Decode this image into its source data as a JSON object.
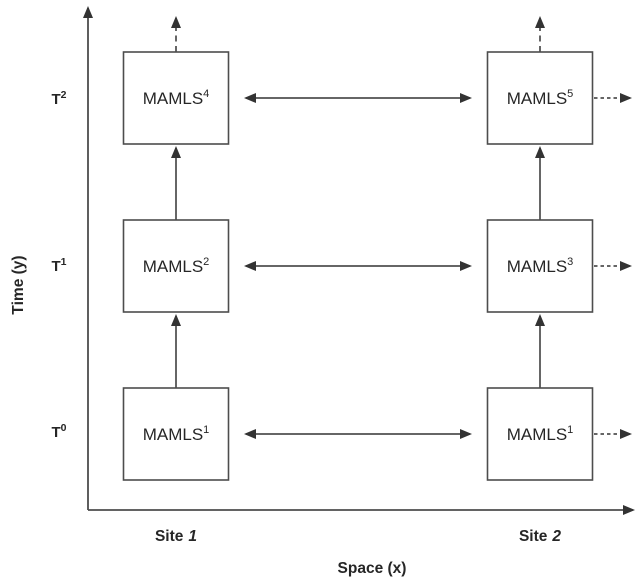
{
  "theme": {
    "background": "#ffffff",
    "line_color": "#4d4d4d",
    "arrow_color": "#333333",
    "text_color": "#262626"
  },
  "axes": {
    "y_axis_label": "Time (y)",
    "x_axis_label": "Space (x)",
    "y_ticks": [
      {
        "base": "T",
        "sup": "2"
      },
      {
        "base": "T",
        "sup": "1"
      },
      {
        "base": "T",
        "sup": "0"
      }
    ],
    "x_ticks": [
      {
        "base": "Site",
        "num": "1"
      },
      {
        "base": "Site",
        "num": "2"
      }
    ]
  },
  "nodes": [
    {
      "id": "t2-site1",
      "base": "MAMLS",
      "sup": "4"
    },
    {
      "id": "t2-site2",
      "base": "MAMLS",
      "sup": "5"
    },
    {
      "id": "t1-site1",
      "base": "MAMLS",
      "sup": "2"
    },
    {
      "id": "t1-site2",
      "base": "MAMLS",
      "sup": "3"
    },
    {
      "id": "t0-site1",
      "base": "MAMLS",
      "sup": "1"
    },
    {
      "id": "t0-site2",
      "base": "MAMLS",
      "sup": "1"
    }
  ],
  "edges": [
    {
      "from": "t0-site1",
      "to": "t1-site1",
      "style": "solid",
      "direction": "up"
    },
    {
      "from": "t1-site1",
      "to": "t2-site1",
      "style": "solid",
      "direction": "up"
    },
    {
      "from": "t0-site2",
      "to": "t1-site2",
      "style": "solid",
      "direction": "up"
    },
    {
      "from": "t1-site2",
      "to": "t2-site2",
      "style": "solid",
      "direction": "up"
    },
    {
      "from": "t2-site1",
      "to": "future-time",
      "style": "dashed",
      "direction": "up"
    },
    {
      "from": "t2-site2",
      "to": "future-time",
      "style": "dashed",
      "direction": "up"
    },
    {
      "from": "t2-site1",
      "to": "t2-site2",
      "style": "solid",
      "direction": "both"
    },
    {
      "from": "t1-site1",
      "to": "t1-site2",
      "style": "solid",
      "direction": "both"
    },
    {
      "from": "t0-site1",
      "to": "t0-site2",
      "style": "solid",
      "direction": "both"
    },
    {
      "from": "t2-site2",
      "to": "next-site",
      "style": "dotted",
      "direction": "right"
    },
    {
      "from": "t1-site2",
      "to": "next-site",
      "style": "dotted",
      "direction": "right"
    },
    {
      "from": "t0-site2",
      "to": "next-site",
      "style": "dotted",
      "direction": "right"
    }
  ]
}
